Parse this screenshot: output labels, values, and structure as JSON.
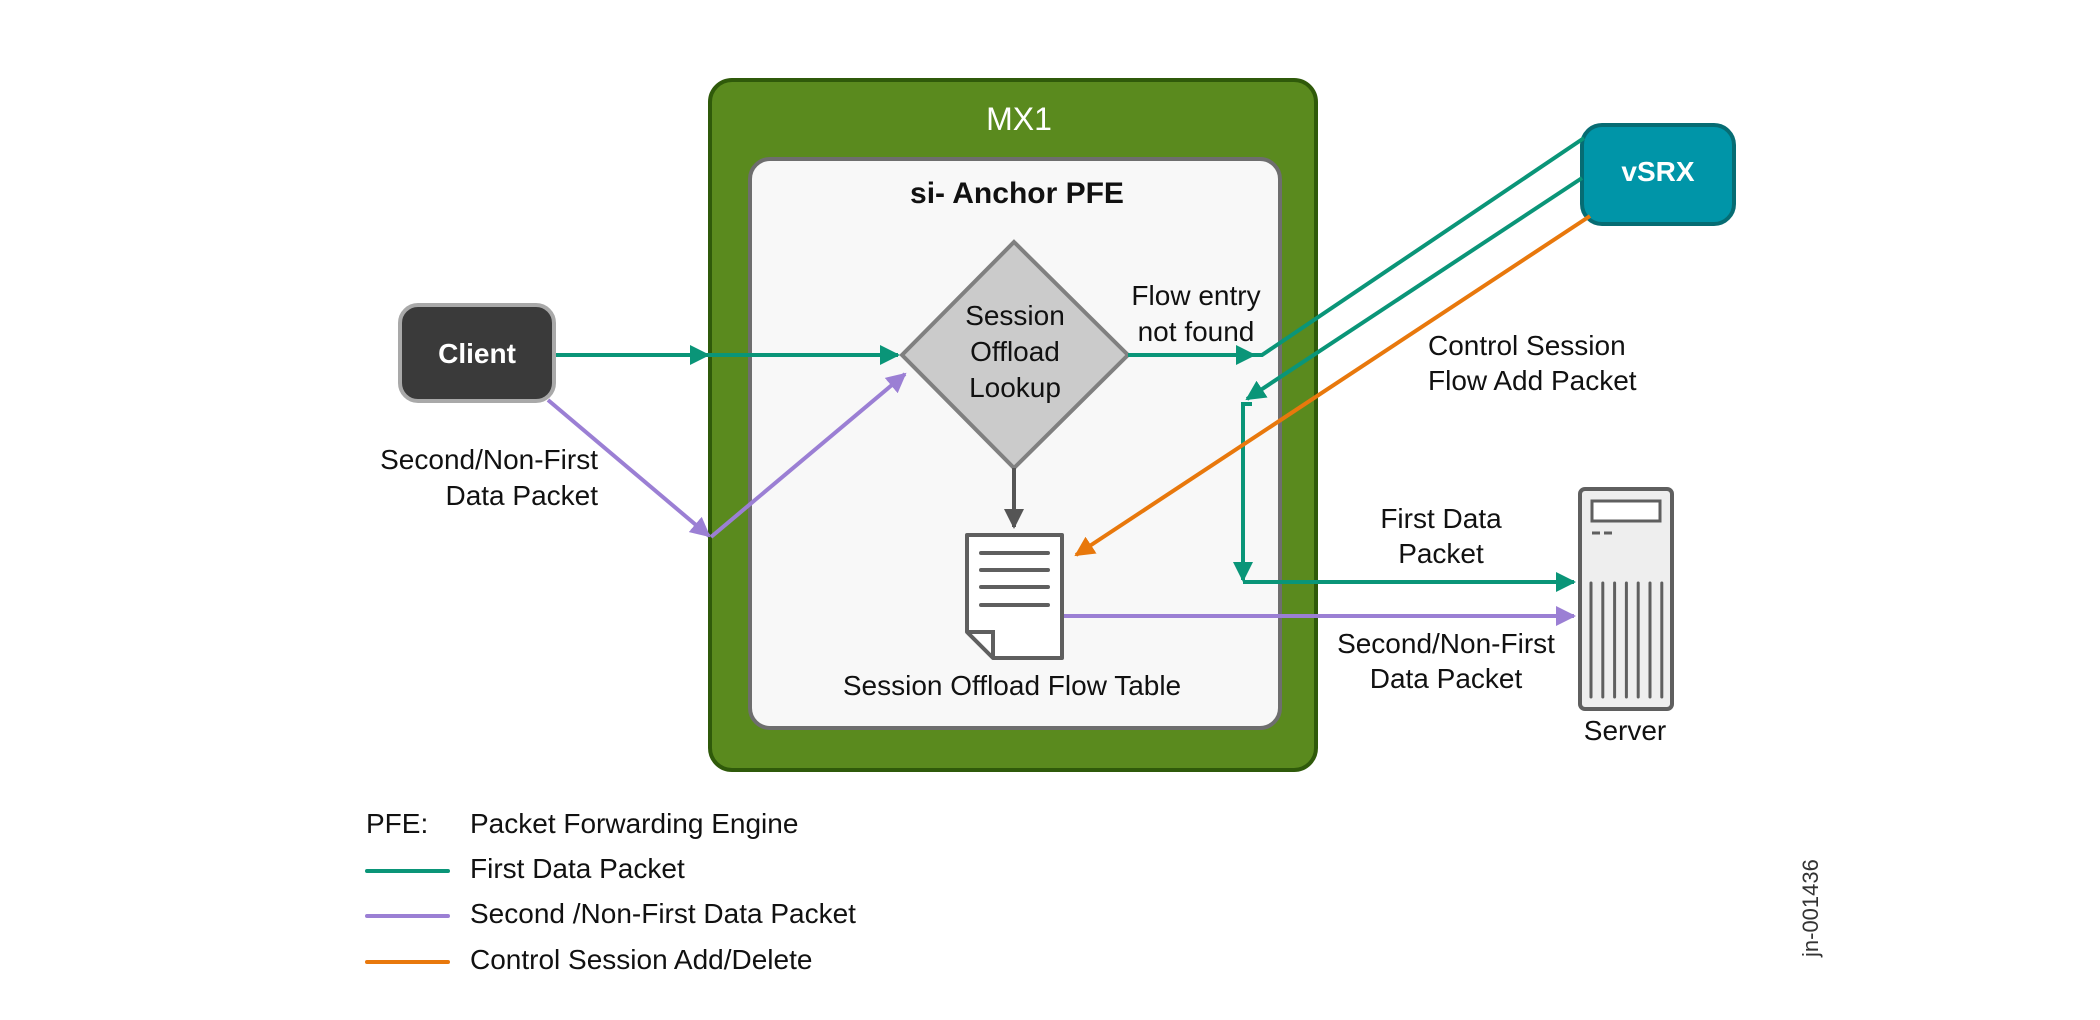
{
  "diagram": {
    "colors": {
      "first_data": "#0a9578",
      "second_data": "#9b7fd4",
      "control": "#e8780c",
      "mx_fill": "#5a8a1e",
      "mx_border": "#2f5a0a",
      "panel_fill": "#f8f8f8",
      "panel_border": "#6e6e6e",
      "client_fill": "#3a3a3a",
      "client_border": "#a9a9a9",
      "vsrx_fill": "#0095a8",
      "vsrx_border": "#066c73",
      "diamond_fill": "#cbcbcb",
      "diamond_border": "#808080",
      "icon_stroke": "#5f5f5f"
    },
    "mx1": {
      "title": "MX1"
    },
    "anchor_pfe": {
      "title": "si- Anchor PFE"
    },
    "client": {
      "label": "Client"
    },
    "vsrx": {
      "label": "vSRX"
    },
    "server": {
      "label": "Server"
    },
    "lookup": {
      "lines": [
        "Session",
        "Offload",
        "Lookup"
      ]
    },
    "flow_table": {
      "label": "Session Offload Flow Table"
    },
    "labels": {
      "flow_entry_not_found": [
        "Flow entry",
        "not found"
      ],
      "control_session_flow_add": [
        "Control Session",
        "Flow Add Packet"
      ],
      "first_data_packet": [
        "First Data",
        "Packet"
      ],
      "second_data_packet_left": [
        "Second/Non-First",
        "Data Packet"
      ],
      "second_data_packet_right": [
        "Second/Non-First",
        "Data Packet"
      ]
    },
    "legend": {
      "abbrev_key": "PFE:",
      "abbrev_value": "Packet Forwarding Engine",
      "items": [
        {
          "label": "First Data Packet",
          "color_key": "first_data"
        },
        {
          "label": "Second /Non-First Data Packet",
          "color_key": "second_data"
        },
        {
          "label": "Control Session Add/Delete",
          "color_key": "control"
        }
      ]
    },
    "figure_id": "jn-001436"
  }
}
